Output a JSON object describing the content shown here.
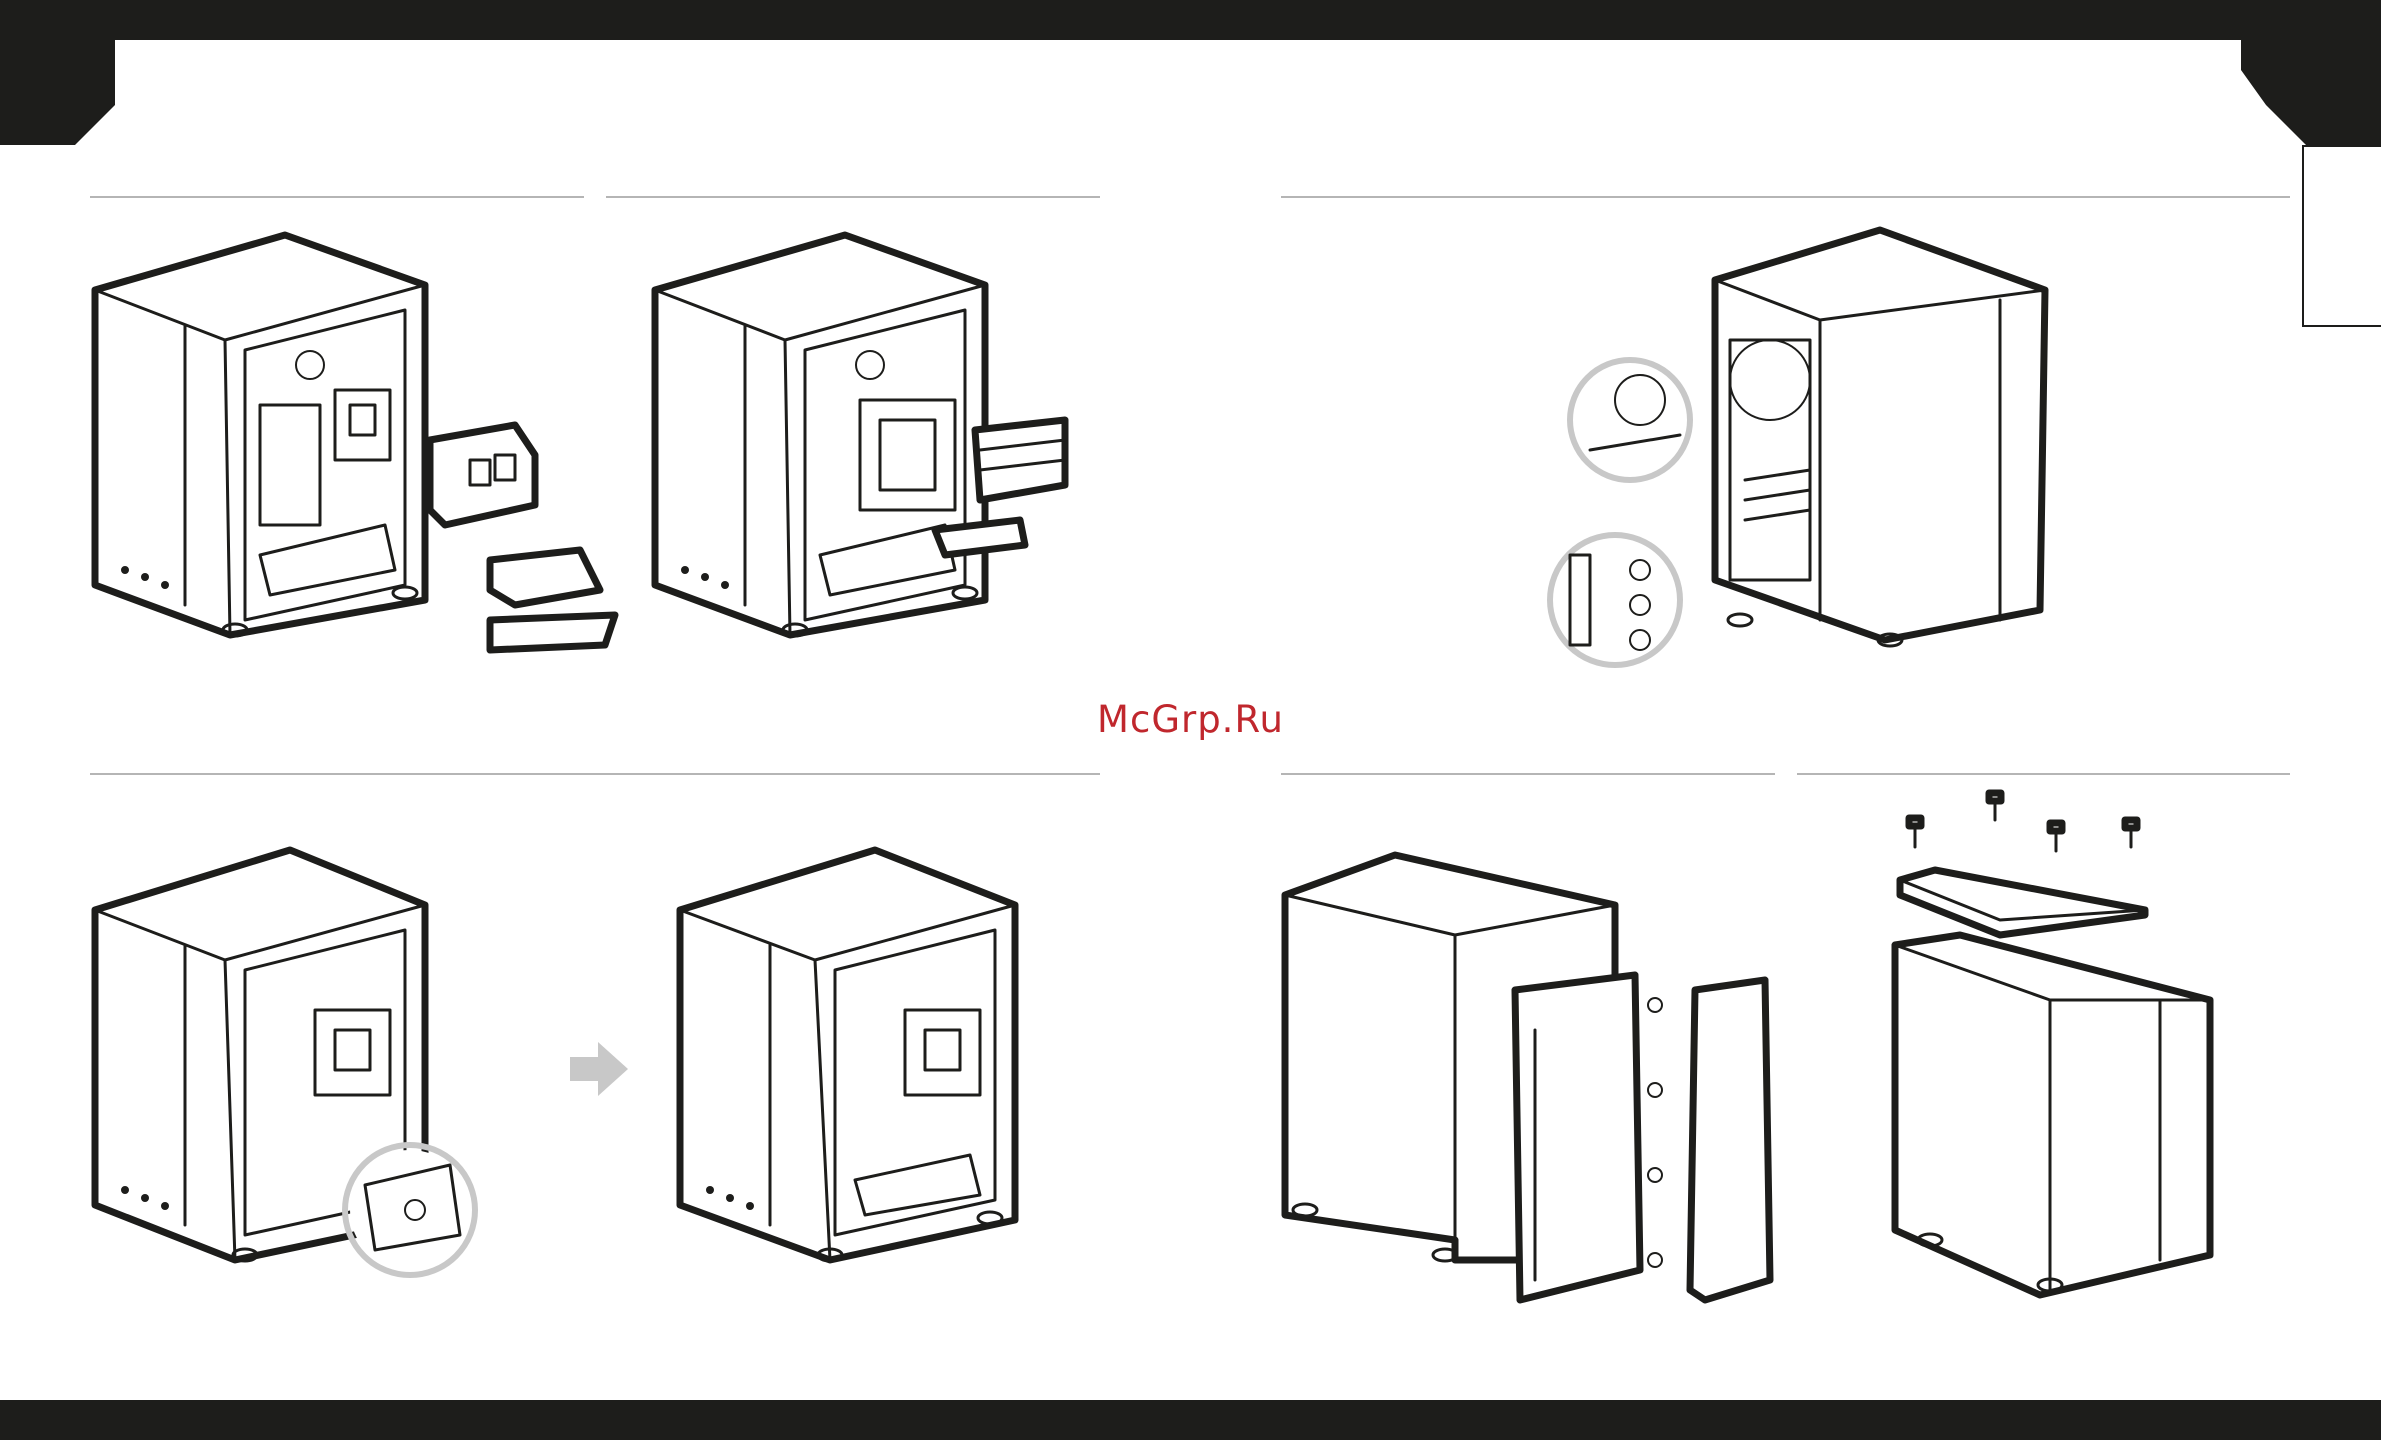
{
  "watermark": {
    "text": "McGrp.Ru"
  },
  "colors": {
    "frame": "#1d1d1b",
    "rule": "#b5b5b5",
    "accent_arrow": "#c8c8c8",
    "watermark": "#c0272d"
  },
  "figures": [
    {
      "id": "fig-1",
      "subject": "case-side-open-with-drive-cage-removed"
    },
    {
      "id": "fig-2",
      "subject": "case-side-open-with-drive-cage-sleds"
    },
    {
      "id": "fig-3",
      "subject": "case-rear-with-pci-slot-zoom"
    },
    {
      "id": "fig-4",
      "subject": "case-floor-screw-zoom"
    },
    {
      "id": "fig-5",
      "subject": "case-after-cage-removal"
    },
    {
      "id": "fig-6",
      "subject": "front-panel-and-bezel-exploded"
    },
    {
      "id": "fig-7",
      "subject": "top-panel-with-screws-exploded"
    }
  ]
}
